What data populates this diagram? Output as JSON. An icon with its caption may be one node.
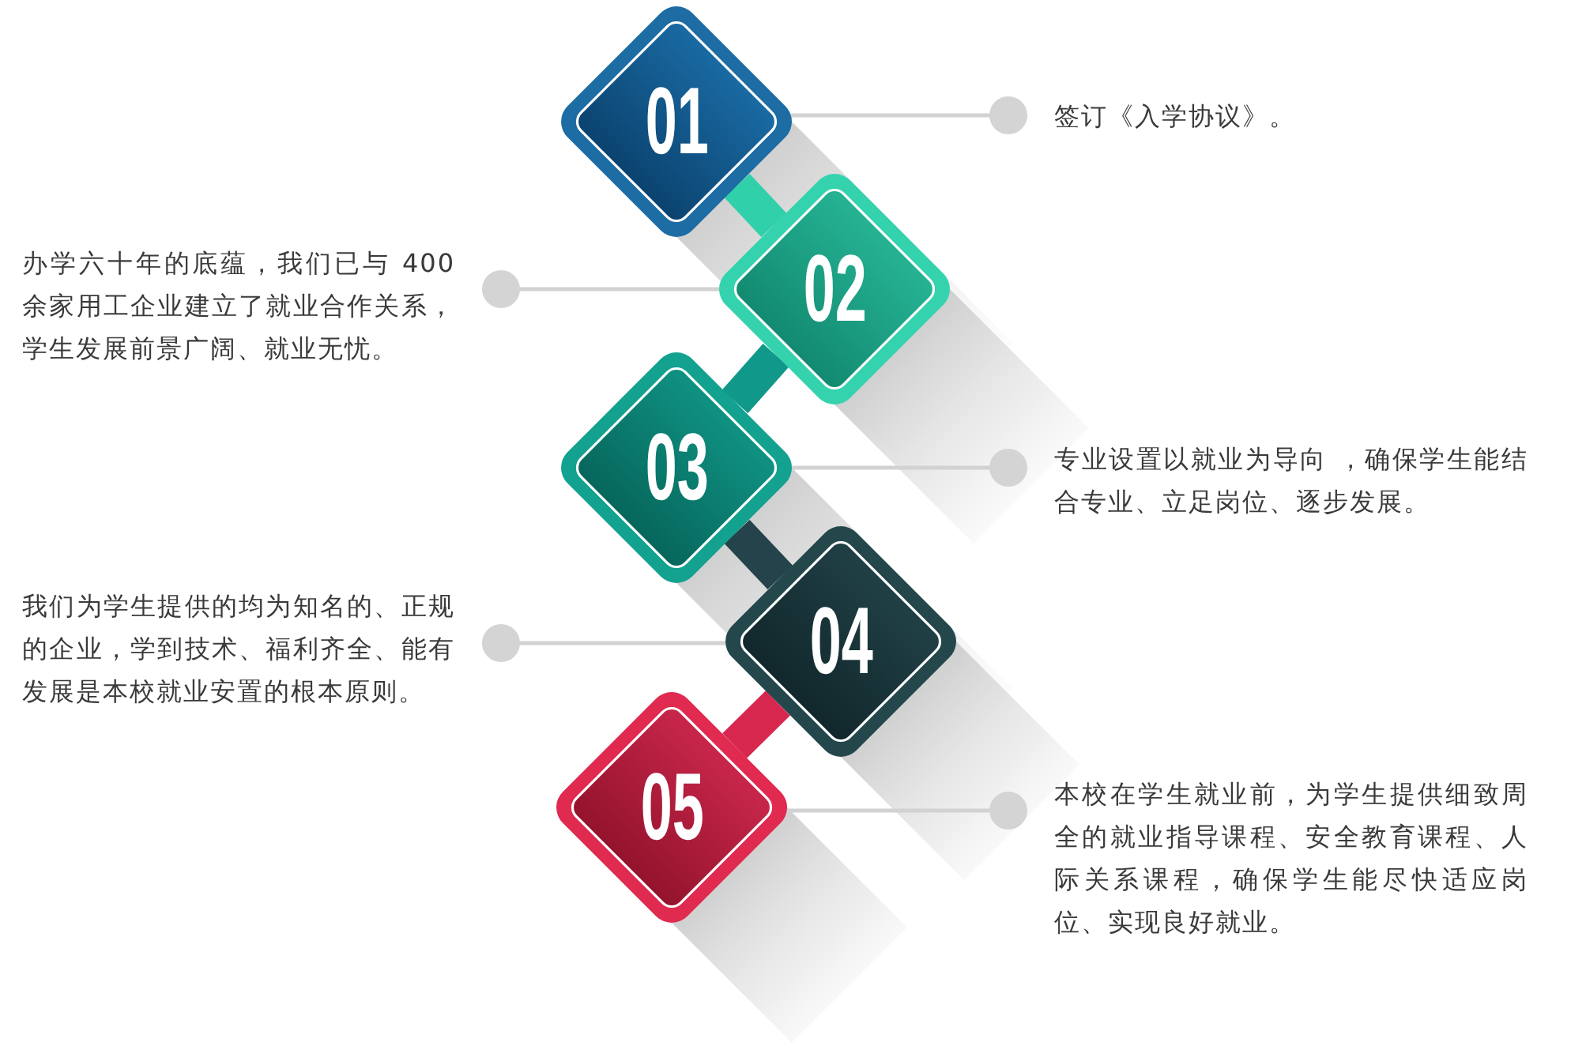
{
  "diagram": {
    "nodes": [
      {
        "text": [
          "01"
        ]
      },
      {
        "text": [
          "02"
        ]
      },
      {
        "text": [
          "03"
        ]
      },
      {
        "text": [
          "04"
        ]
      },
      {
        "text": [
          "05"
        ]
      },
      {
        "text": [
          "签订《入学协议》。"
        ]
      },
      {
        "text": [
          "办学六十年的底蕴，我们已与 400余家用工企业建立了就业合作关系，学生发展前景广阔、就业无忧。"
        ]
      },
      {
        "text": [
          "专业设置以就业为导向 ，确保学生能结合专业、立足岗位、逐步发展。"
        ]
      },
      {
        "text": [
          "我们为学生提供的均为知名的、正规的企业，学到技术、福利齐全、能有发展是本校就业安置的根本原则。"
        ]
      },
      {
        "text": [
          "本校在学生就业前，为学生提供细致周全的就业指导课程、安全教育课程、人际关系课程，确保学生能尽快适应岗位、实现良好就业。"
        ]
      }
    ],
    "edges": [
      {
        "from": 0,
        "to": 5,
        "arrow": "other"
      },
      {
        "from": 1,
        "to": 6,
        "arrow": "other"
      },
      {
        "from": 2,
        "to": 7,
        "arrow": "other"
      },
      {
        "from": 3,
        "to": 8,
        "arrow": "other"
      },
      {
        "from": 4,
        "to": 9,
        "arrow": "other"
      },
      {
        "from": 0,
        "to": 1,
        "arrow": "none",
        "style": "thick",
        "color": "#2fd0aa"
      },
      {
        "from": 1,
        "to": 2,
        "arrow": "none",
        "style": "thick",
        "color": "#10998a"
      },
      {
        "from": 2,
        "to": 3,
        "arrow": "none",
        "style": "thick",
        "color": "#24434a"
      },
      {
        "from": 3,
        "to": 4,
        "arrow": "none",
        "style": "thick",
        "color": "#d8274f"
      }
    ]
  }
}
